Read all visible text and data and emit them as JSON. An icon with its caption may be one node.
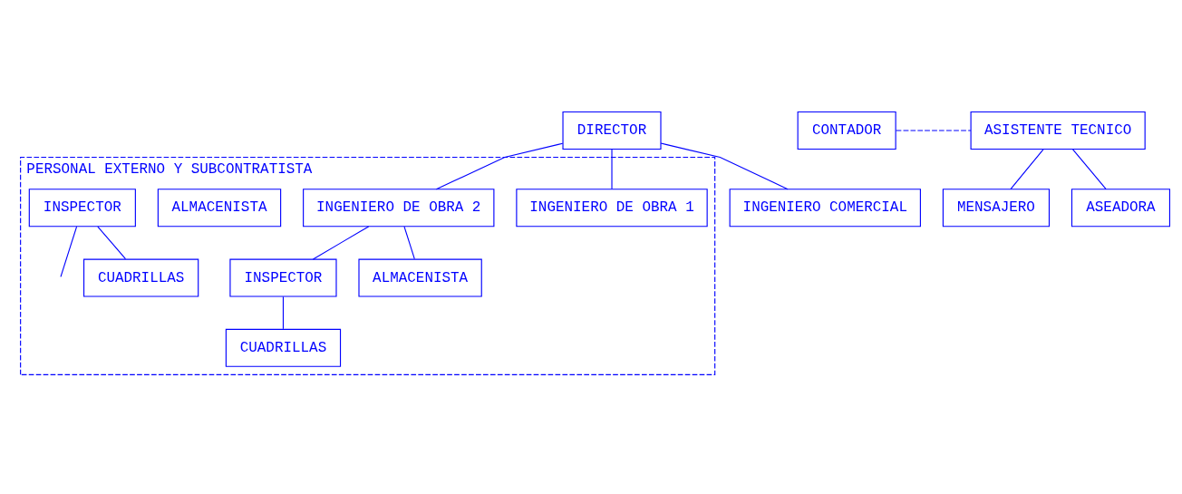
{
  "diagram": {
    "nodes": [
      {
        "text": [
          "DIRECTOR"
        ]
      },
      {
        "text": [
          "CONTADOR"
        ]
      },
      {
        "text": [
          "PERSONAL EXTERNO Y SUBCONTRATISTA"
        ]
      },
      {
        "text": [
          "INGENIERO DE OBRA 1"
        ],
        "in": 2
      },
      {
        "text": [
          "INGENIERO DE OBRA 2"
        ],
        "in": 2
      },
      {
        "text": [
          "INGENIERO COMERCIAL"
        ]
      },
      {
        "text": [
          "ASISTENTE TECNICO"
        ]
      },
      {
        "text": [
          "ALMACENISTA"
        ],
        "in": 2
      },
      {
        "text": [
          "INSPECTOR"
        ],
        "in": 2
      },
      {
        "text": [
          "INSPECTOR"
        ],
        "in": 2
      },
      {
        "text": [
          "CUADRILLAS"
        ],
        "in": 2
      },
      {
        "text": [
          "CUADRILLAS"
        ],
        "in": 2
      },
      {
        "text": [
          "ALMACENISTA"
        ],
        "in": 2
      },
      {
        "text": [
          "MENSAJERO"
        ]
      },
      {
        "text": [
          "ASEADORA"
        ]
      }
    ],
    "edges": [
      {
        "from": 0,
        "to": 3,
        "arrow": "none"
      },
      {
        "from": 0,
        "to": 4,
        "arrow": "none"
      },
      {
        "from": 0,
        "to": 5,
        "arrow": "none"
      },
      {
        "from": 1,
        "to": 6,
        "arrow": "none",
        "style": "dashed"
      },
      {
        "from": 8,
        "to": null,
        "arrow": "none"
      },
      {
        "from": 4,
        "to": 9,
        "arrow": "none"
      },
      {
        "from": 4,
        "to": 12,
        "arrow": "none"
      },
      {
        "from": 8,
        "to": 10,
        "arrow": "none"
      },
      {
        "from": 9,
        "to": 11,
        "arrow": "none"
      },
      {
        "from": 6,
        "to": 13,
        "arrow": "none"
      },
      {
        "from": 6,
        "to": 14,
        "arrow": "none"
      }
    ]
  }
}
